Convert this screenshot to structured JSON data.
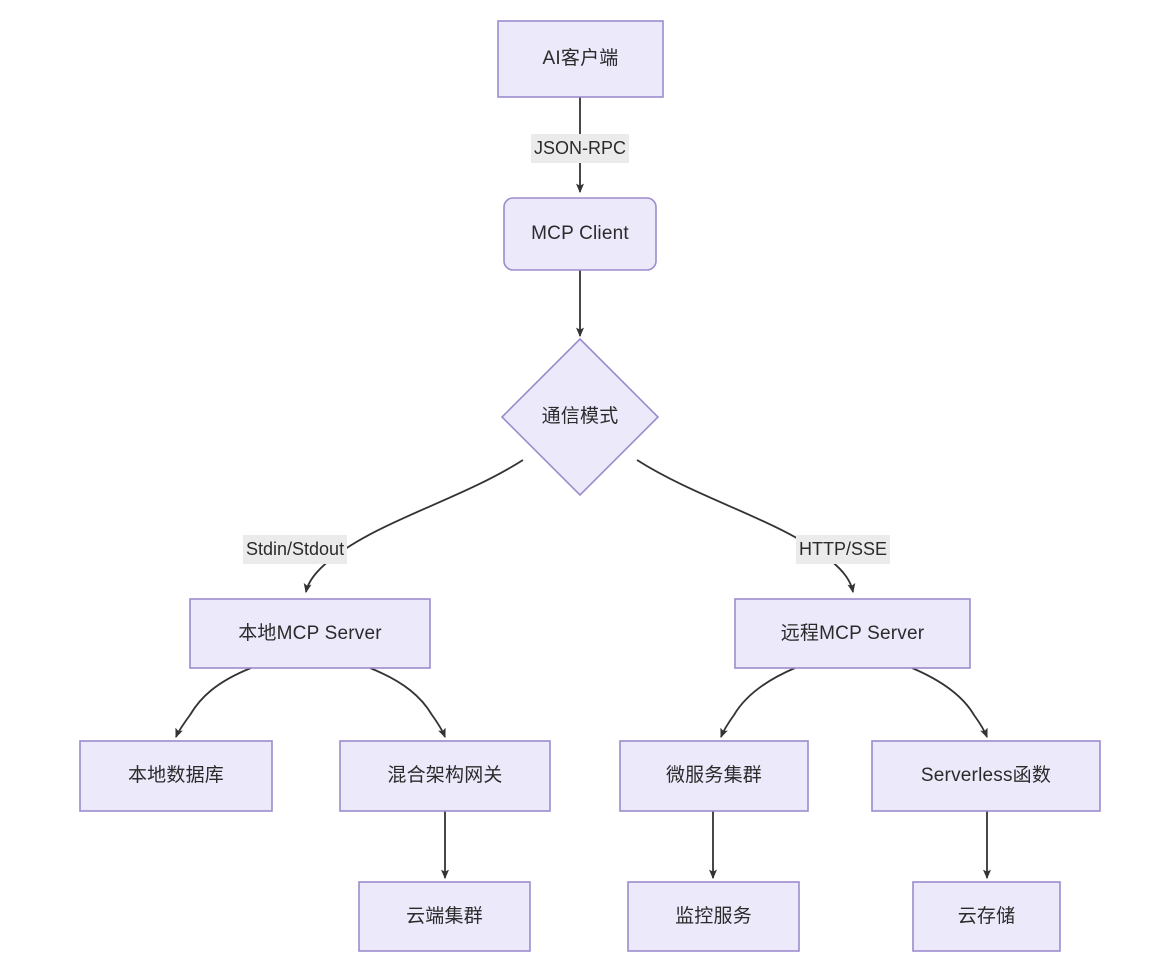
{
  "diagram": {
    "type": "flowchart",
    "direction": "top-down",
    "theme": {
      "node_fill": "#ece9fb",
      "node_stroke": "#9d8ccd",
      "edge_stroke": "#333333",
      "edge_label_background": "#ebebeb",
      "text_color": "#2b2b2b",
      "canvas_background": "#ffffff"
    },
    "nodes": [
      {
        "id": "ai_client",
        "label": "AI客户端",
        "shape": "rect"
      },
      {
        "id": "mcp_client",
        "label": "MCP Client",
        "shape": "rounded-rect"
      },
      {
        "id": "transport",
        "label": "通信模式",
        "shape": "diamond"
      },
      {
        "id": "local_server",
        "label": "本地MCP Server",
        "shape": "rect"
      },
      {
        "id": "remote_server",
        "label": "远程MCP Server",
        "shape": "rect"
      },
      {
        "id": "local_db",
        "label": "本地数据库",
        "shape": "rect"
      },
      {
        "id": "hybrid_gateway",
        "label": "混合架构网关",
        "shape": "rect"
      },
      {
        "id": "microservices",
        "label": "微服务集群",
        "shape": "rect"
      },
      {
        "id": "serverless",
        "label": "Serverless函数",
        "shape": "rect"
      },
      {
        "id": "cloud_cluster",
        "label": "云端集群",
        "shape": "rect"
      },
      {
        "id": "monitoring",
        "label": "监控服务",
        "shape": "rect"
      },
      {
        "id": "cloud_storage",
        "label": "云存储",
        "shape": "rect"
      }
    ],
    "edges": [
      {
        "from": "ai_client",
        "to": "mcp_client",
        "label": "JSON-RPC"
      },
      {
        "from": "mcp_client",
        "to": "transport",
        "label": ""
      },
      {
        "from": "transport",
        "to": "local_server",
        "label": "Stdin/Stdout"
      },
      {
        "from": "transport",
        "to": "remote_server",
        "label": "HTTP/SSE"
      },
      {
        "from": "local_server",
        "to": "local_db",
        "label": ""
      },
      {
        "from": "local_server",
        "to": "hybrid_gateway",
        "label": ""
      },
      {
        "from": "remote_server",
        "to": "microservices",
        "label": ""
      },
      {
        "from": "remote_server",
        "to": "serverless",
        "label": ""
      },
      {
        "from": "hybrid_gateway",
        "to": "cloud_cluster",
        "label": ""
      },
      {
        "from": "microservices",
        "to": "monitoring",
        "label": ""
      },
      {
        "from": "serverless",
        "to": "cloud_storage",
        "label": ""
      }
    ],
    "edge_labels": {
      "json_rpc": "JSON-RPC",
      "stdin_stdout": "Stdin/Stdout",
      "http_sse": "HTTP/SSE"
    }
  }
}
